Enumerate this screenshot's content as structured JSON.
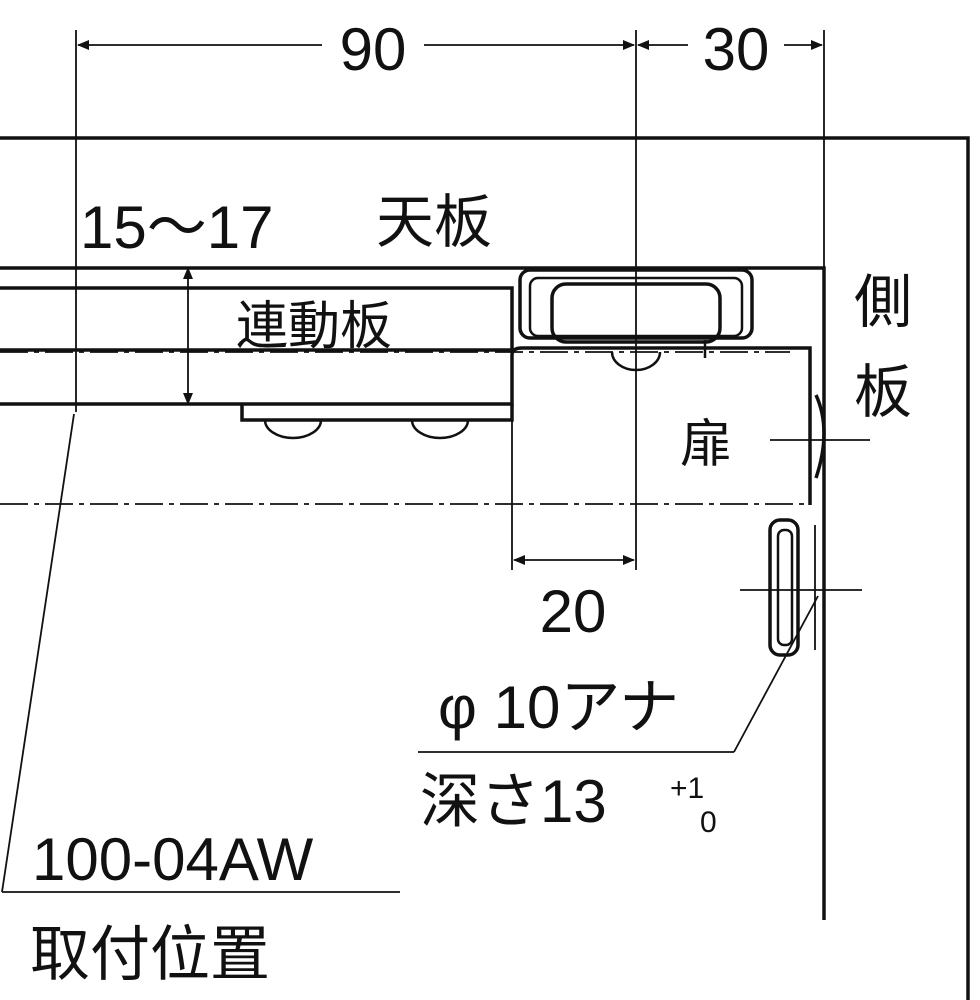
{
  "dimensions": {
    "width_90": "90",
    "side_30": "30",
    "thickness_range": "15〜17",
    "offset_20": "20"
  },
  "labels": {
    "top_board": "天板",
    "linkage_plate": "連動板",
    "side_board_1": "側",
    "side_board_2": "板",
    "door": "扉"
  },
  "hole_note": {
    "diameter": "φ 10アナ",
    "depth_prefix": "深さ13",
    "tol_upper": "+1",
    "tol_lower": "0"
  },
  "mount_note": {
    "part_number": "100-04AW",
    "position": "取付位置"
  }
}
